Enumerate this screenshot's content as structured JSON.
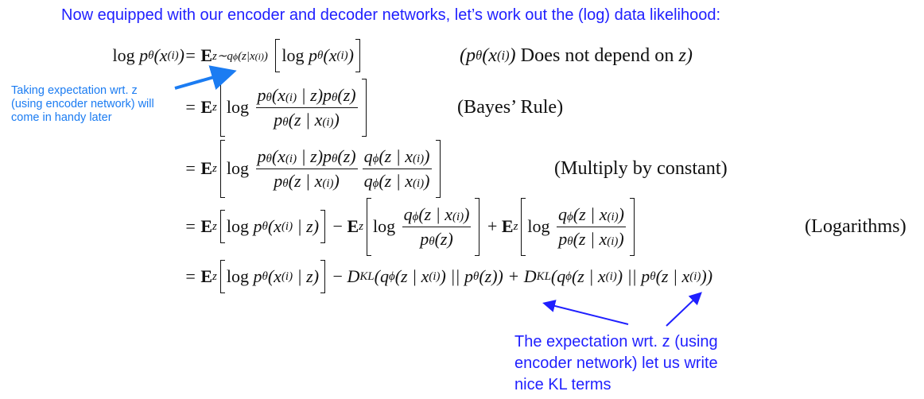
{
  "title": "Now equipped with our encoder and decoder networks, let’s work out the (log) data likelihood:",
  "annotations": {
    "left_note": [
      "Taking expectation wrt. z",
      "(using encoder network) will",
      "come in handy later"
    ],
    "bottom_note": [
      "The expectation wrt. z (using",
      "encoder network) let us write",
      "nice KL terms"
    ]
  },
  "colors": {
    "title": "#1f1fff",
    "left_note": "#1b7cf2",
    "arrows_left": "#1b7cf2",
    "arrows_bottom": "#1f1fff"
  },
  "equations": [
    {
      "lhs": [
        {
          "r": "log "
        },
        "p",
        {
          "sub": [
            "θ"
          ]
        },
        "(x",
        {
          "sup": [
            "(i)"
          ]
        },
        ")"
      ],
      "rhs": [
        "=",
        {
          "r": " "
        },
        {
          "b": "E"
        },
        {
          "sub": [
            "z∼q",
            {
              "sub": [
                "ϕ"
              ]
            },
            "(z|x",
            {
              "sup": [
                "(i)"
              ]
            },
            ")"
          ]
        },
        {
          "r": " "
        },
        {
          "br": [
            {
              "r": "log "
            },
            "p",
            {
              "sub": [
                "θ"
              ]
            },
            "(x",
            {
              "sup": [
                "(i)"
              ]
            },
            ")"
          ]
        }
      ],
      "note": [
        "(p",
        {
          "sub": [
            "θ"
          ]
        },
        "(x",
        {
          "sup": [
            "(i)"
          ]
        },
        ")",
        {
          "r": " Does not depend on "
        },
        "z)"
      ]
    },
    {
      "lhs": [],
      "rhs": [
        "=",
        {
          "r": " "
        },
        {
          "b": "E"
        },
        {
          "sub": [
            "z"
          ]
        },
        {
          "br": [
            {
              "r": "log "
            },
            {
              "frac": {
                "n": [
                  "p",
                  {
                    "sub": [
                      "θ"
                    ]
                  },
                  "(x",
                  {
                    "sup": [
                      "(i)"
                    ]
                  },
                  " | z)p",
                  {
                    "sub": [
                      "θ"
                    ]
                  },
                  "(z)"
                ],
                "d": [
                  "p",
                  {
                    "sub": [
                      "θ"
                    ]
                  },
                  "(z | x",
                  {
                    "sup": [
                      "(i)"
                    ]
                  },
                  ")"
                ]
              }
            }
          ]
        }
      ],
      "note": [
        {
          "r": "(Bayes’ Rule)"
        }
      ]
    },
    {
      "lhs": [],
      "rhs": [
        "=",
        {
          "r": " "
        },
        {
          "b": "E"
        },
        {
          "sub": [
            "z"
          ]
        },
        {
          "br": [
            {
              "r": "log "
            },
            {
              "frac": {
                "n": [
                  "p",
                  {
                    "sub": [
                      "θ"
                    ]
                  },
                  "(x",
                  {
                    "sup": [
                      "(i)"
                    ]
                  },
                  " | z)p",
                  {
                    "sub": [
                      "θ"
                    ]
                  },
                  "(z)"
                ],
                "d": [
                  "p",
                  {
                    "sub": [
                      "θ"
                    ]
                  },
                  "(z | x",
                  {
                    "sup": [
                      "(i)"
                    ]
                  },
                  ")"
                ]
              }
            },
            {
              "frac": {
                "n": [
                  "q",
                  {
                    "sub": [
                      "ϕ"
                    ]
                  },
                  "(z | x",
                  {
                    "sup": [
                      "(i)"
                    ]
                  },
                  ")"
                ],
                "d": [
                  "q",
                  {
                    "sub": [
                      "ϕ"
                    ]
                  },
                  "(z | x",
                  {
                    "sup": [
                      "(i)"
                    ]
                  },
                  ")"
                ]
              }
            }
          ]
        }
      ],
      "note": [
        {
          "r": "(Multiply by constant)"
        }
      ]
    },
    {
      "lhs": [],
      "rhs": [
        "=",
        {
          "r": " "
        },
        {
          "b": "E"
        },
        {
          "sub": [
            "z"
          ]
        },
        {
          "br": [
            {
              "r": "log "
            },
            "p",
            {
              "sub": [
                "θ"
              ]
            },
            "(x",
            {
              "sup": [
                "(i)"
              ]
            },
            " | z)"
          ]
        },
        {
          "r": " − "
        },
        {
          "b": "E"
        },
        {
          "sub": [
            "z"
          ]
        },
        {
          "br": [
            {
              "r": "log "
            },
            {
              "frac": {
                "n": [
                  "q",
                  {
                    "sub": [
                      "ϕ"
                    ]
                  },
                  "(z | x",
                  {
                    "sup": [
                      "(i)"
                    ]
                  },
                  ")"
                ],
                "d": [
                  "p",
                  {
                    "sub": [
                      "θ"
                    ]
                  },
                  "(z)"
                ]
              }
            }
          ]
        },
        {
          "r": " + "
        },
        {
          "b": "E"
        },
        {
          "sub": [
            "z"
          ]
        },
        {
          "br": [
            {
              "r": "log "
            },
            {
              "frac": {
                "n": [
                  "q",
                  {
                    "sub": [
                      "ϕ"
                    ]
                  },
                  "(z | x",
                  {
                    "sup": [
                      "(i)"
                    ]
                  },
                  ")"
                ],
                "d": [
                  "p",
                  {
                    "sub": [
                      "θ"
                    ]
                  },
                  "(z | x",
                  {
                    "sup": [
                      "(i)"
                    ]
                  },
                  ")"
                ]
              }
            }
          ]
        }
      ],
      "note": [
        {
          "r": "(Logarithms)"
        }
      ]
    },
    {
      "lhs": [],
      "rhs": [
        "=",
        {
          "r": " "
        },
        {
          "b": "E"
        },
        {
          "sub": [
            "z"
          ]
        },
        {
          "br": [
            {
              "r": "log "
            },
            "p",
            {
              "sub": [
                "θ"
              ]
            },
            "(x",
            {
              "sup": [
                "(i)"
              ]
            },
            " | z)"
          ]
        },
        {
          "r": " − "
        },
        "D",
        {
          "sub": [
            "KL"
          ]
        },
        "(q",
        {
          "sub": [
            "ϕ"
          ]
        },
        "(z | x",
        {
          "sup": [
            "(i)"
          ]
        },
        ") || p",
        {
          "sub": [
            "θ"
          ]
        },
        "(z)) + D",
        {
          "sub": [
            "KL"
          ]
        },
        "(q",
        {
          "sub": [
            "ϕ"
          ]
        },
        "(z | x",
        {
          "sup": [
            "(i)"
          ]
        },
        ") || p",
        {
          "sub": [
            "θ"
          ]
        },
        "(z | x",
        {
          "sup": [
            "(i)"
          ]
        },
        "))"
      ],
      "note": []
    }
  ]
}
